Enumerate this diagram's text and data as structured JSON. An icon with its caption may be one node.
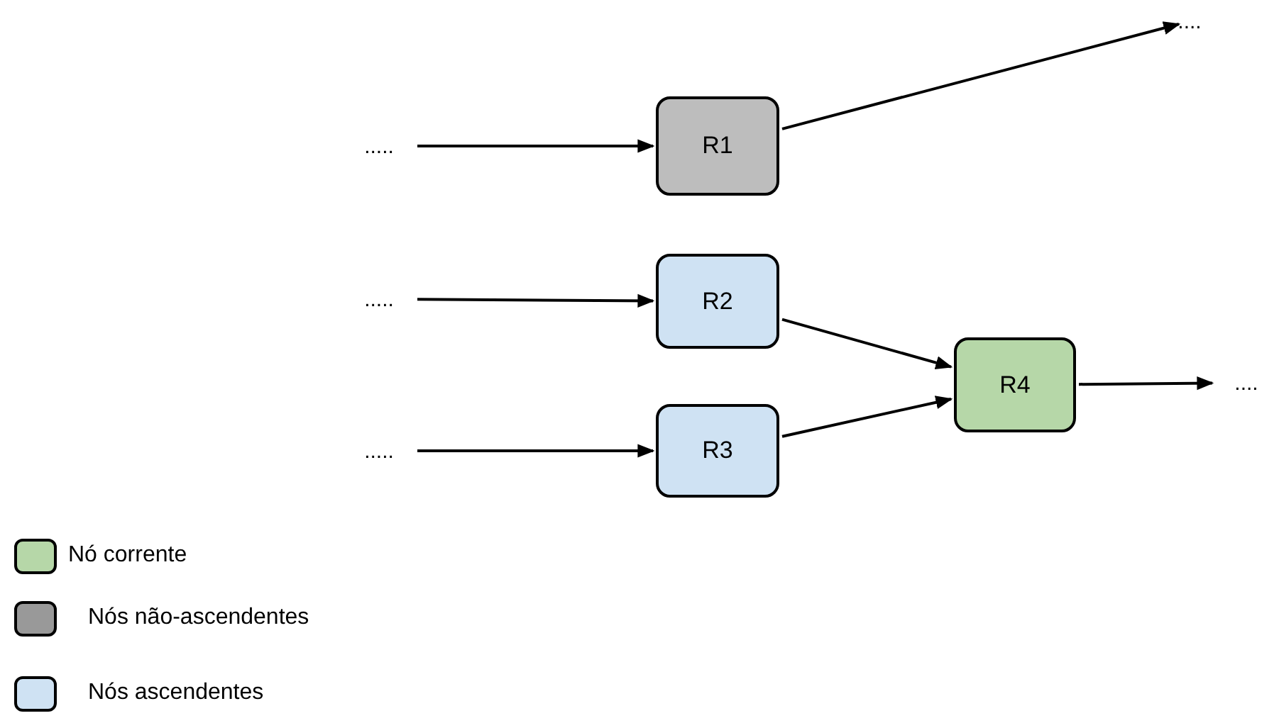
{
  "diagram": {
    "nodes": [
      {
        "text": [
          "....."
        ]
      },
      {
        "text": [
          "R1"
        ]
      },
      {
        "text": [
          "...."
        ]
      },
      {
        "text": [
          "....."
        ]
      },
      {
        "text": [
          "R2"
        ]
      },
      {
        "text": [
          "....."
        ]
      },
      {
        "text": [
          "R3"
        ]
      },
      {
        "text": [
          "R4"
        ]
      },
      {
        "text": [
          "...."
        ]
      }
    ],
    "edges": [
      {
        "from": 0,
        "to": 1,
        "arrow": "to"
      },
      {
        "from": 1,
        "to": 2,
        "arrow": "to"
      },
      {
        "from": 3,
        "to": 4,
        "arrow": "to"
      },
      {
        "from": 5,
        "to": 6,
        "arrow": "to"
      },
      {
        "from": 4,
        "to": 7,
        "arrow": "to"
      },
      {
        "from": 6,
        "to": 7,
        "arrow": "to"
      },
      {
        "from": 7,
        "to": 8,
        "arrow": "to"
      }
    ],
    "legend": [
      {
        "text": "Nó corrente",
        "color": "#b6d7a8"
      },
      {
        "text": "Nós não-ascendentes",
        "color": "#999999"
      },
      {
        "text": "Nós ascendentes",
        "color": "#cfe2f3"
      }
    ]
  }
}
